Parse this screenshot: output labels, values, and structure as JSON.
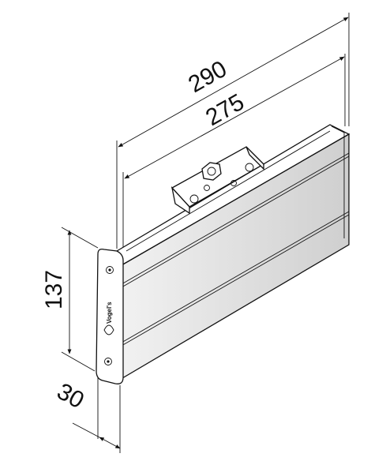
{
  "dimensions": {
    "overall_width": "290",
    "inner_width": "275",
    "height": "137",
    "depth": "30"
  },
  "brand": {
    "logo_text": "Vogel's"
  },
  "colors": {
    "line": "#111111",
    "background": "#ffffff",
    "shade": "#bdbdbd"
  }
}
